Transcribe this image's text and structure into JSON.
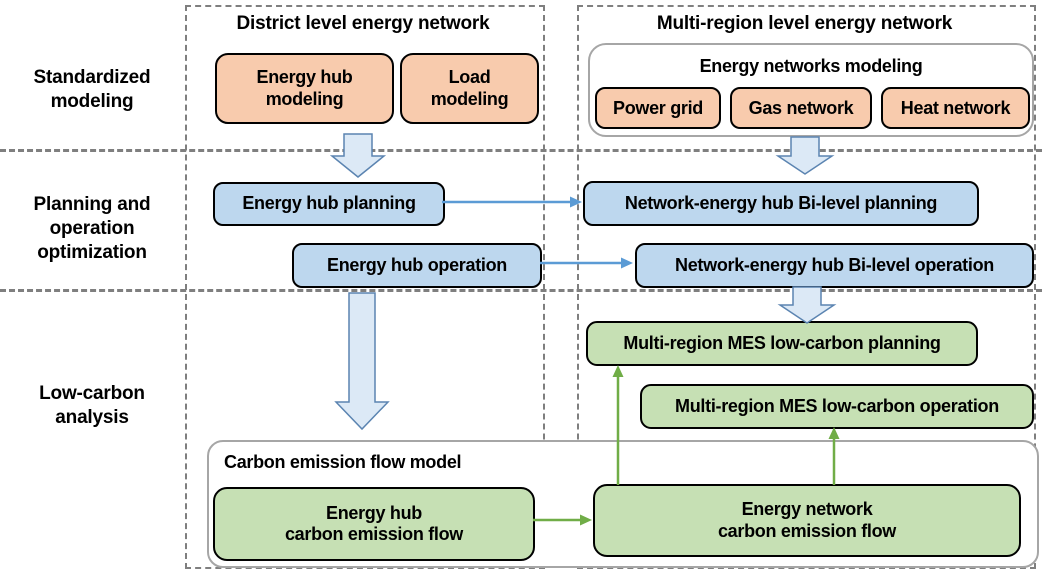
{
  "rows": {
    "standardized": {
      "lines": [
        "Standardized",
        "modeling"
      ]
    },
    "planning": {
      "lines": [
        "Planning and",
        "operation",
        "optimization"
      ]
    },
    "low_carbon": {
      "lines": [
        "Low-carbon",
        "analysis"
      ]
    }
  },
  "columns": {
    "district": {
      "title": "District level energy network"
    },
    "multi_region": {
      "title": "Multi-region level energy network"
    }
  },
  "standardized": {
    "district": {
      "energy_hub_modeling": [
        "Energy hub",
        "modeling"
      ],
      "load_modeling": [
        "Load",
        "modeling"
      ]
    },
    "multi_region": {
      "container_title": "Energy networks modeling",
      "power_grid": "Power grid",
      "gas_network": "Gas network",
      "heat_network": "Heat network"
    }
  },
  "planning": {
    "district": {
      "energy_hub_planning": "Energy hub planning",
      "energy_hub_operation": "Energy hub operation"
    },
    "multi_region": {
      "bilevel_planning": "Network-energy hub Bi-level planning",
      "bilevel_operation": "Network-energy hub Bi-level operation"
    }
  },
  "low_carbon": {
    "multi_region": {
      "mes_planning": "Multi-region MES low-carbon planning",
      "mes_operation": "Multi-region MES low-carbon operation"
    },
    "cef_container": {
      "title": "Carbon emission flow model",
      "energy_hub_cef": [
        "Energy hub",
        "carbon emission flow"
      ],
      "energy_network_cef": [
        "Energy network",
        "carbon emission flow"
      ]
    }
  },
  "colors": {
    "modeling_fill": "#F8CBAD",
    "optimization_fill": "#BDD7EE",
    "low_carbon_fill": "#C6E0B4",
    "connector_blue": "#5B9BD5",
    "connector_green": "#70AD47",
    "block_arrow_fill": "#DCE9F6",
    "block_arrow_stroke": "#5B84B1",
    "grid_dash": "#7F7F7F",
    "container_border": "#A6A6A6"
  }
}
